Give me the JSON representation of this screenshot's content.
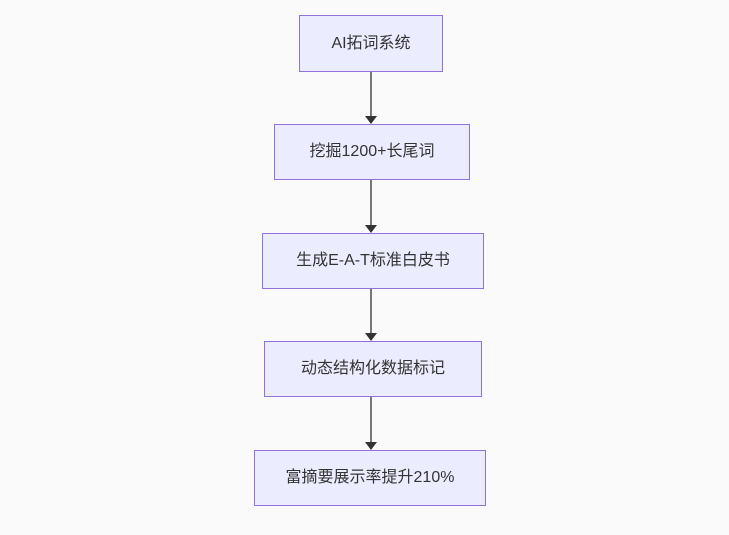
{
  "flowchart": {
    "direction": "top-down",
    "nodes": [
      {
        "id": "A",
        "label": "AI拓词系统"
      },
      {
        "id": "B",
        "label": "挖掘1200+长尾词"
      },
      {
        "id": "C",
        "label": "生成E-A-T标准白皮书"
      },
      {
        "id": "D",
        "label": "动态结构化数据标记"
      },
      {
        "id": "E",
        "label": "富摘要展示率提升210%"
      }
    ],
    "edges": [
      {
        "from": "A",
        "to": "B"
      },
      {
        "from": "B",
        "to": "C"
      },
      {
        "from": "C",
        "to": "D"
      },
      {
        "from": "D",
        "to": "E"
      }
    ],
    "colors": {
      "background": "#fafafa",
      "node_fill": "#ECECFF",
      "node_border": "#9370DB",
      "node_text": "#333333",
      "edge_line": "#777777",
      "edge_arrowhead": "#333333"
    }
  }
}
